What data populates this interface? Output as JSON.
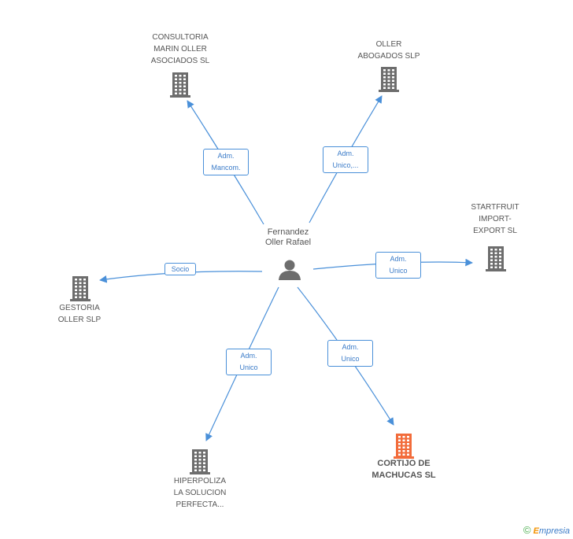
{
  "center": {
    "lines": [
      "Fernandez",
      "Oller Rafael"
    ],
    "icon": "person-icon"
  },
  "companies": [
    {
      "id": "consultoria",
      "lines": [
        "CONSULTORIA",
        "MARIN OLLER",
        "ASOCIADOS  SL"
      ],
      "icon": "building-icon",
      "highlight": false
    },
    {
      "id": "oller-abogados",
      "lines": [
        "OLLER",
        "ABOGADOS SLP"
      ],
      "icon": "building-icon",
      "highlight": false
    },
    {
      "id": "startfruit",
      "lines": [
        "STARTFRUIT",
        "IMPORT-",
        "EXPORT  SL"
      ],
      "icon": "building-icon",
      "highlight": false
    },
    {
      "id": "gestoria",
      "lines": [
        "GESTORIA",
        "OLLER SLP"
      ],
      "icon": "building-icon",
      "highlight": false
    },
    {
      "id": "hiperpoliza",
      "lines": [
        "HIPERPOLIZA",
        "LA SOLUCION",
        "PERFECTA..."
      ],
      "icon": "building-icon",
      "highlight": false
    },
    {
      "id": "cortijo",
      "lines": [
        "CORTIJO DE",
        "MACHUCAS SL"
      ],
      "icon": "building-icon",
      "highlight": true
    }
  ],
  "edges": [
    {
      "to": "consultoria",
      "lines": [
        "Adm.",
        "Mancom."
      ]
    },
    {
      "to": "oller-abogados",
      "lines": [
        "Adm.",
        "Unico,..."
      ]
    },
    {
      "to": "startfruit",
      "lines": [
        "Adm.",
        "Unico"
      ]
    },
    {
      "to": "gestoria",
      "lines": [
        "Socio"
      ]
    },
    {
      "to": "hiperpoliza",
      "lines": [
        "Adm.",
        "Unico"
      ]
    },
    {
      "to": "cortijo",
      "lines": [
        "Adm.",
        "Unico"
      ]
    }
  ],
  "colors": {
    "edge": "#4a90d9",
    "building": "#6d6d6d",
    "building_highlight": "#f26c3b",
    "person": "#6d6d6d"
  },
  "footer": {
    "copyright": "©",
    "brand_initial": "E",
    "brand_rest": "mpresia"
  }
}
